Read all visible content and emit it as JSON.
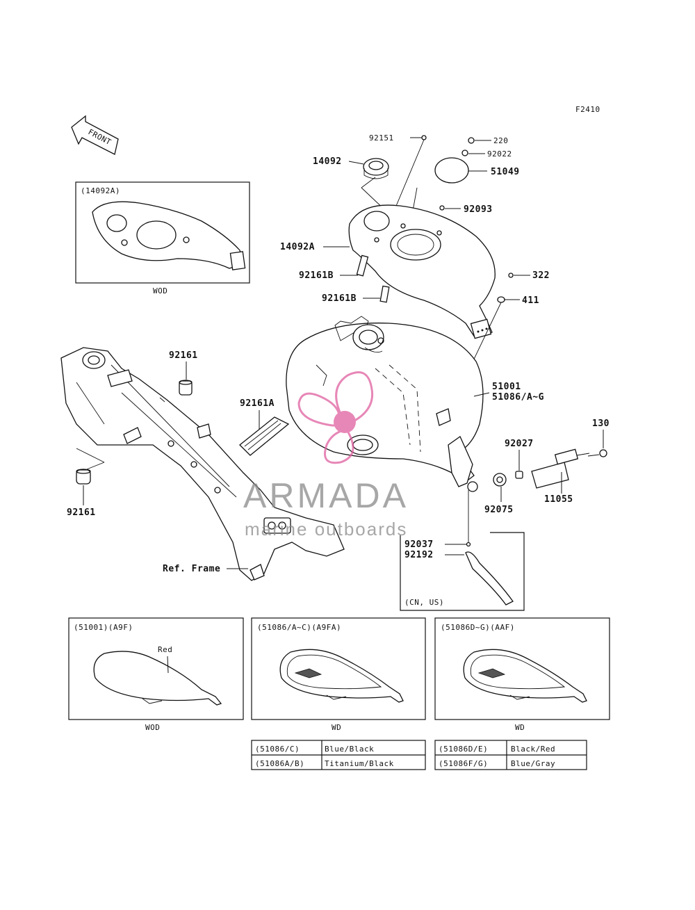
{
  "figure_id": "F2410",
  "front_label": "FRONT",
  "watermark": {
    "brand": "ARMADA",
    "tagline": "marine outboards",
    "accent": "#e060a0",
    "gray": "#8a8a8a"
  },
  "parts": {
    "p92151": "92151",
    "p220": "220",
    "p92022": "92022",
    "p14092": "14092",
    "p51049": "51049",
    "p92093": "92093",
    "p14092A": "14092A",
    "p92161B_1": "92161B",
    "p92161B_2": "92161B",
    "p322": "322",
    "p411": "411",
    "p92161_top": "92161",
    "p51001": "51001",
    "p51086": "51086/A~G",
    "p92161A": "92161A",
    "p130": "130",
    "p92027": "92027",
    "p92161_left": "92161",
    "p11055": "11055",
    "p92075": "92075",
    "p92037": "92037",
    "p92192": "92192",
    "ref_frame": "Ref. Frame"
  },
  "insets": {
    "cover_variant": {
      "title": "(14092A)",
      "caption": "WOD"
    },
    "cn_us": {
      "title": "(CN, US)"
    },
    "tank_red": {
      "title": "(51001)(A9F)",
      "color_note": "Red",
      "caption": "WOD"
    },
    "tank_a9fa": {
      "title": "(51086/A~C)(A9FA)",
      "caption": "WD"
    },
    "tank_aaf": {
      "title": "(51086D~G)(AAF)",
      "caption": "WD"
    }
  },
  "color_table_left": [
    {
      "code": "(51086/C)",
      "color": "Blue/Black"
    },
    {
      "code": "(51086A/B)",
      "color": "Titanium/Black"
    }
  ],
  "color_table_right": [
    {
      "code": "(51086D/E)",
      "color": "Black/Red"
    },
    {
      "code": "(51086F/G)",
      "color": "Blue/Gray"
    }
  ]
}
